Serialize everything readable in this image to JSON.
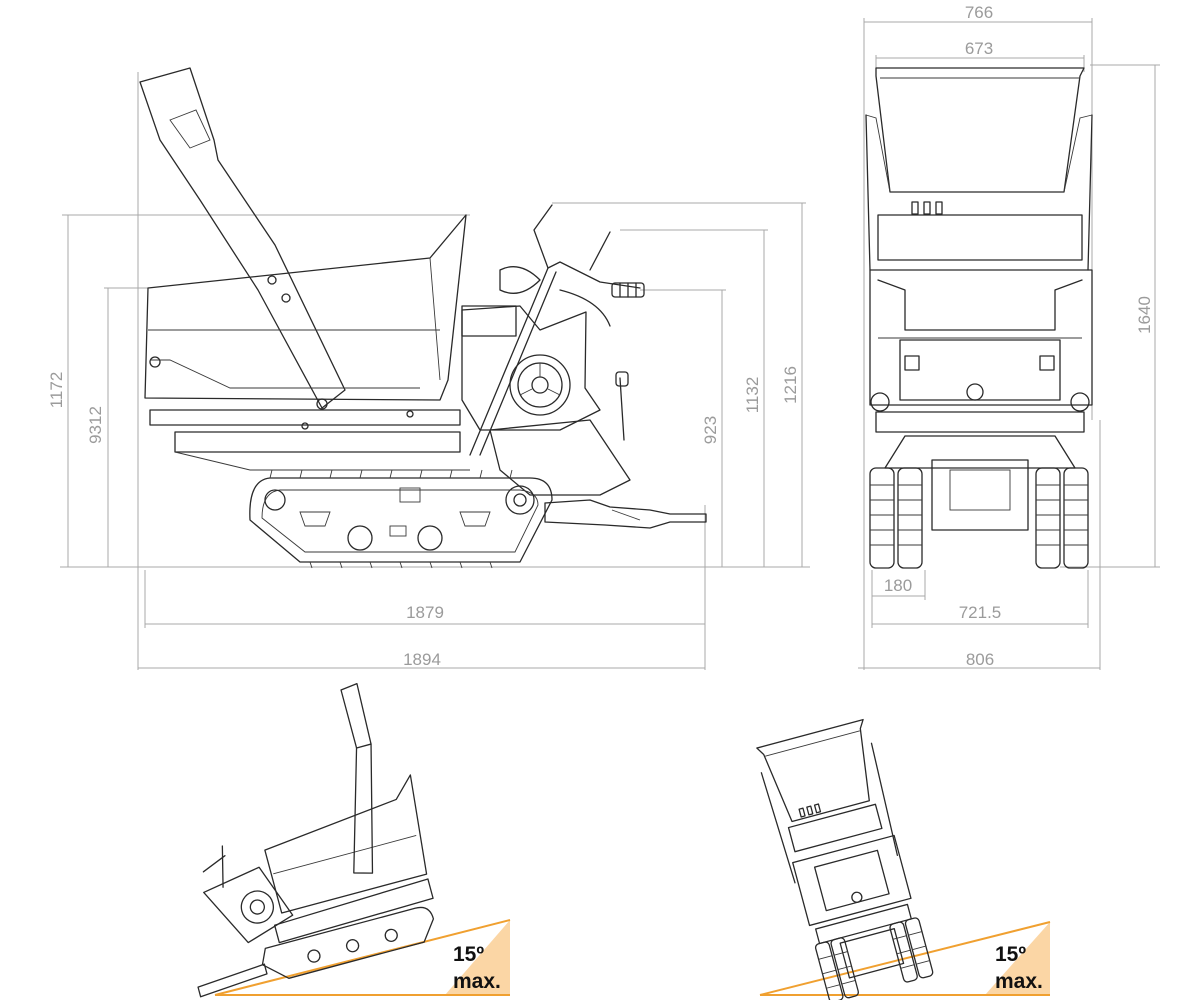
{
  "dimensions": {
    "side_view": {
      "height_1172": "1172",
      "height_9312": "9312",
      "height_923": "923",
      "height_1132": "1132",
      "height_1216": "1216",
      "length_1879": "1879",
      "length_1894": "1894"
    },
    "front_view": {
      "width_766": "766",
      "width_673": "673",
      "height_1640": "1640",
      "track_180": "180",
      "width_721_5": "721.5",
      "width_806": "806"
    }
  },
  "slopes": [
    {
      "angle": "15º",
      "note": "max."
    },
    {
      "angle": "15º",
      "note": "max."
    }
  ],
  "colors": {
    "slope_fill": "#fbd6a5",
    "slope_line": "#f0a030",
    "line": "#2a2a2a",
    "dimension": "#a8a8a8"
  }
}
